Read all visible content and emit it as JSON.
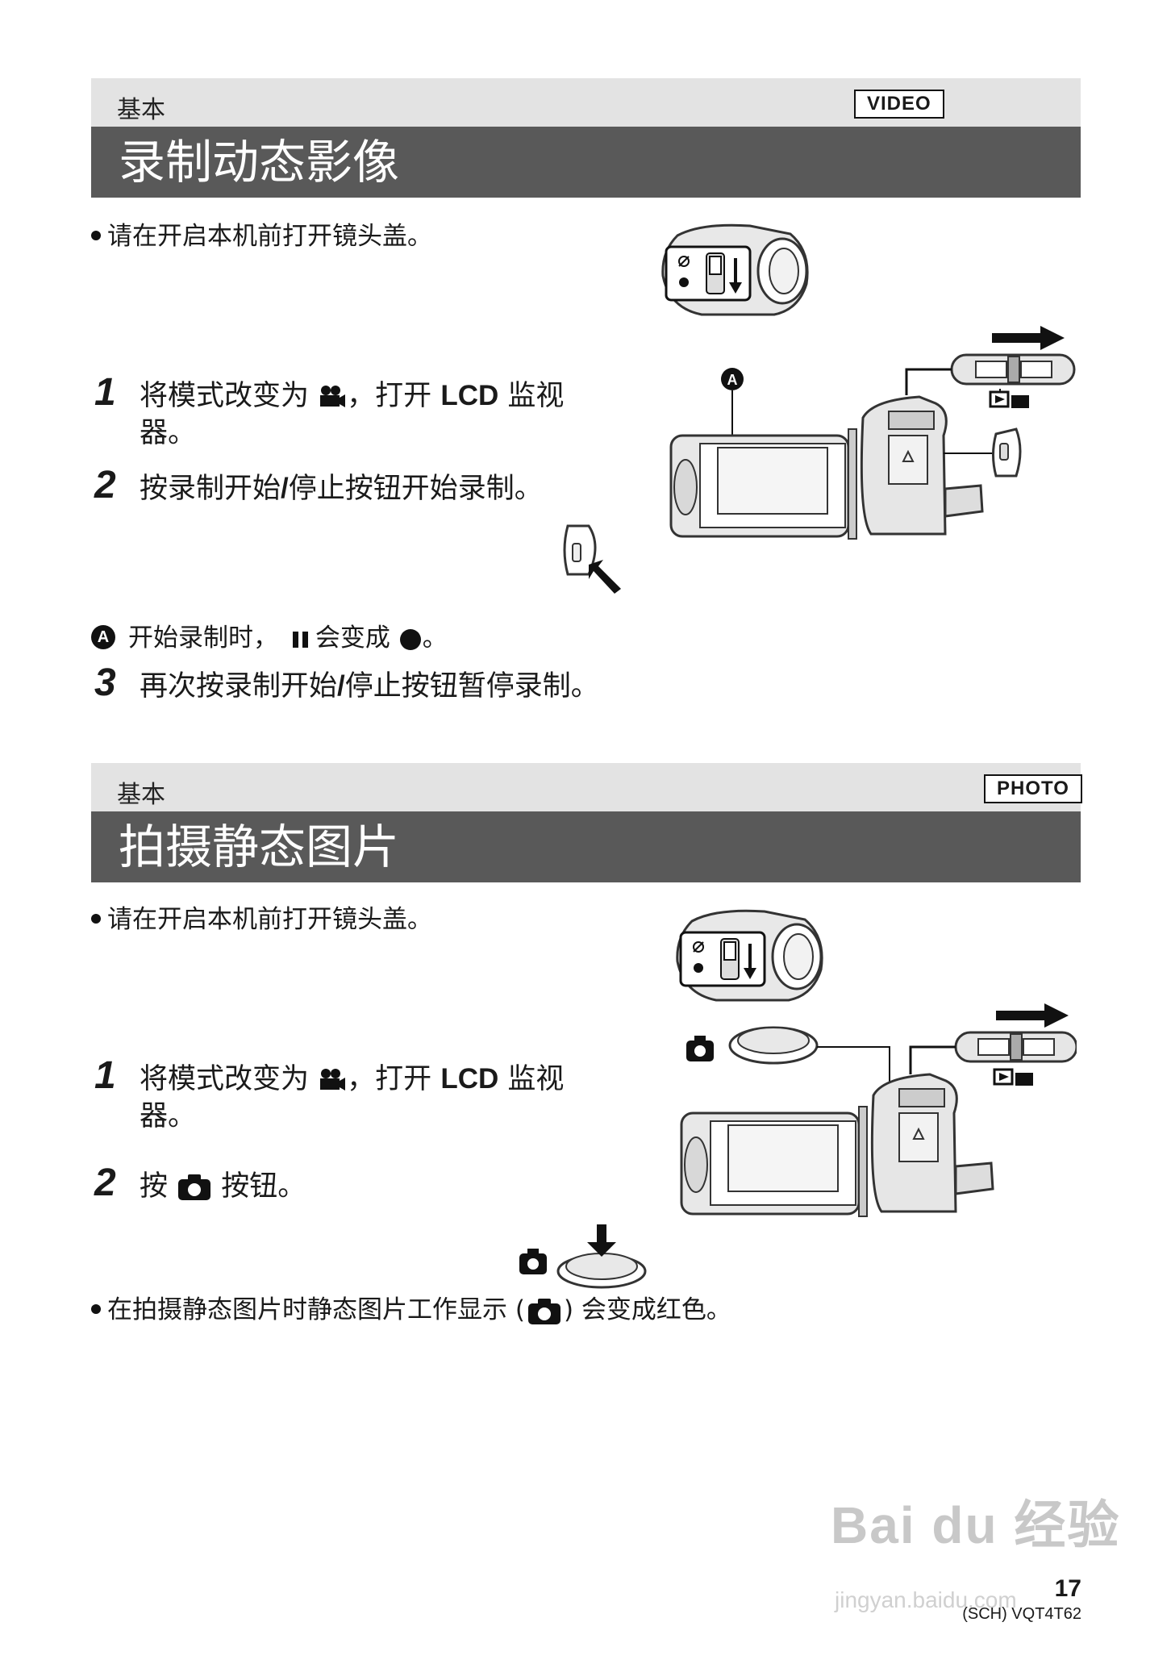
{
  "section1": {
    "category": "基本",
    "tag": "VIDEO",
    "title": "录制动态影像",
    "bullet": "请在开启本机前打开镜头盖。",
    "step1_num": "1",
    "step1_a": "将模式改变为",
    "step1_b": "，打开",
    "step1_lcd": "LCD",
    "step1_c": "监视",
    "step1_d": "器。",
    "step2_num": "2",
    "step2_a": "按录制开始",
    "step2_slash": "/",
    "step2_b": "停止按钮开始录制。",
    "noteA_letter": "A",
    "noteA_a": "开始录制时，",
    "noteA_b": "会变成",
    "noteA_c": "。",
    "step3_num": "3",
    "step3_a": "再次按录制开始",
    "step3_slash": "/",
    "step3_b": "停止按钮暂停录制。",
    "figure_label": "A"
  },
  "section2": {
    "category": "基本",
    "tag": "PHOTO",
    "title": "拍摄静态图片",
    "bullet": "请在开启本机前打开镜头盖。",
    "step1_num": "1",
    "step1_a": "将模式改变为",
    "step1_b": "，打开",
    "step1_lcd": "LCD",
    "step1_c": "监视",
    "step1_d": "器。",
    "step2_num": "2",
    "step2_a": "按",
    "step2_b": "按钮。",
    "bullet2_a": "在拍摄静态图片时静态图片工作显示 (",
    "bullet2_b": ") 会变成红色。"
  },
  "footer": {
    "page_number": "17",
    "doc_code": "(SCH) VQT4T62",
    "watermark": "Bai du 经验",
    "watermark_url": "jingyan.baidu.com"
  },
  "icons": {
    "movie": "movie-mode-icon",
    "camera": "camera-icon",
    "pause": "pause-icon",
    "record": "record-dot-icon"
  }
}
